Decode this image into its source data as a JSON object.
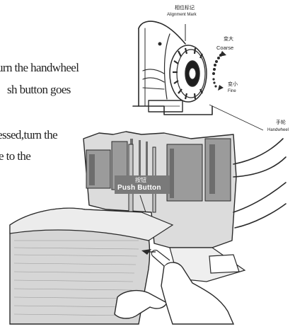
{
  "instructions": {
    "lines": [
      "urn the handwheel",
      "sh button goes",
      "essed,turn the",
      "e to the"
    ]
  },
  "detail_diagram": {
    "alignment_mark_cn": "相位标记",
    "alignment_mark_en": "Alignment Mark",
    "coarse_cn": "变大",
    "coarse_en": "Coarse",
    "fine_cn": "变小",
    "fine_en": "Fine",
    "handwheel_cn": "手轮",
    "handwheel_en": "Handwheel"
  },
  "main_illustration": {
    "push_button_cn": "按钮",
    "push_button_en": "Push Button"
  },
  "colors": {
    "line_art": "#2a2a2a",
    "body_gray": "#d9d9d9",
    "dark_gray": "#6d6d6d",
    "paper": "#ffffff"
  },
  "icons": [
    "handwheel-icon",
    "rotation-arrow-icon",
    "push-arrow-icon"
  ]
}
